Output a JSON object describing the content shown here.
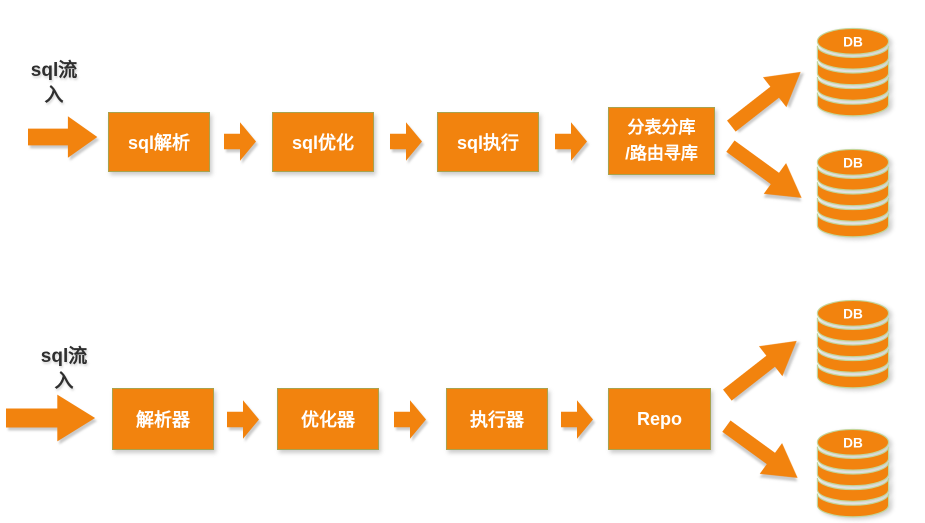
{
  "colors": {
    "orange": "#F2830E",
    "box-border": "#A8A24E",
    "cylinder-outline": "#C3D69B",
    "label-text": "#2F2F2F",
    "box-text": "#FFFFFF"
  },
  "row1": {
    "input_label_line1": "sql流",
    "input_label_line2": "入",
    "boxes": [
      {
        "label": "sql解析"
      },
      {
        "label": "sql优化"
      },
      {
        "label": "sql执行"
      },
      {
        "label_line1": "分表分库",
        "label_line2": "/路由寻库"
      }
    ],
    "databases": [
      {
        "label": "DB"
      },
      {
        "label": "DB"
      }
    ]
  },
  "row2": {
    "input_label_line1": "sql流",
    "input_label_line2": "入",
    "boxes": [
      {
        "label": "解析器"
      },
      {
        "label": "优化器"
      },
      {
        "label": "执行器"
      },
      {
        "label": "Repo"
      }
    ],
    "databases": [
      {
        "label": "DB"
      },
      {
        "label": "DB"
      }
    ]
  }
}
